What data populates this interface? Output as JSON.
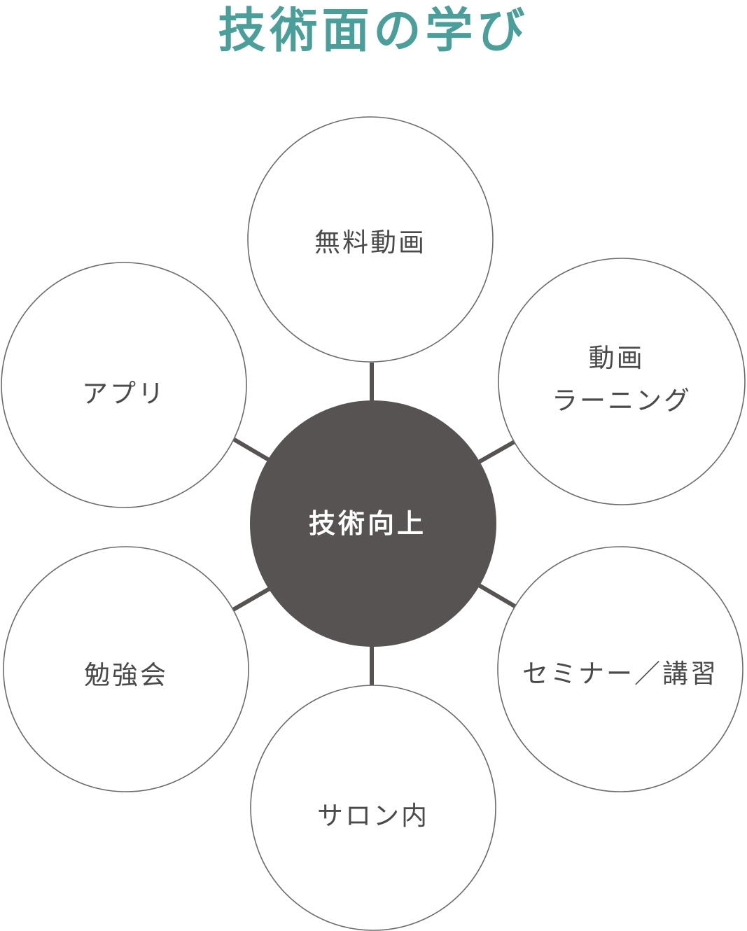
{
  "title": "技術面の学び",
  "colors": {
    "title": "#4a9f9a",
    "hub_fill": "#575352",
    "connector": "#575352",
    "node_stroke": "#6b6b6b",
    "node_text": "#4a4a4a"
  },
  "hub": {
    "label": "技術向上"
  },
  "nodes": [
    {
      "id": "muryou-douga",
      "lines": [
        "無料動画"
      ]
    },
    {
      "id": "douga-learning",
      "lines": [
        "動画",
        "ラーニング"
      ]
    },
    {
      "id": "seminar",
      "lines": [
        "セミナー／講習"
      ]
    },
    {
      "id": "salon",
      "lines": [
        "サロン内"
      ]
    },
    {
      "id": "benkyoukai",
      "lines": [
        "勉強会"
      ]
    },
    {
      "id": "app",
      "lines": [
        "アプリ"
      ]
    }
  ]
}
